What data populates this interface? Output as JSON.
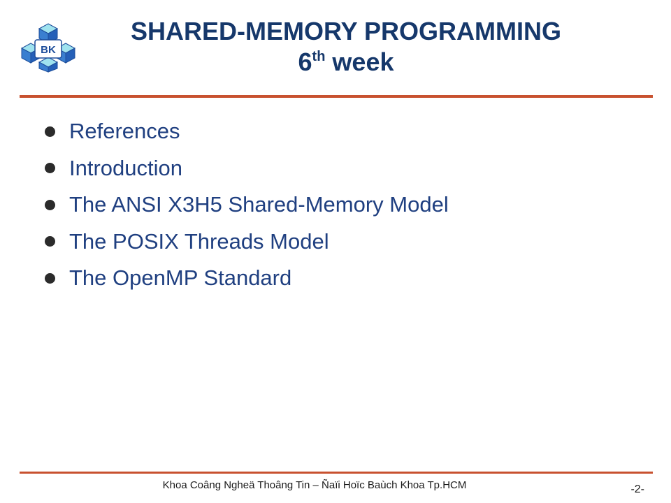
{
  "header": {
    "title_line1": "SHARED-MEMORY PROGRAMMING",
    "title_line2_main": "6",
    "title_line2_sup": "th",
    "title_line2_rest": " week",
    "logo_text": "BK"
  },
  "bullets": [
    "References",
    "Introduction",
    "The ANSI X3H5 Shared-Memory Model",
    "The POSIX Threads Model",
    "The OpenMP Standard"
  ],
  "footer": {
    "text": "Khoa Coâng Ngheä Thoâng Tin – Ñaïi Hoïc Baùch Khoa Tp.HCM",
    "page": "-2-"
  },
  "colors": {
    "title": "#16386b",
    "bullet_text": "#1f3f80",
    "rule": "#c8512f",
    "logo_blue": "#3a7fd0",
    "logo_cyan": "#9fe3ef"
  }
}
